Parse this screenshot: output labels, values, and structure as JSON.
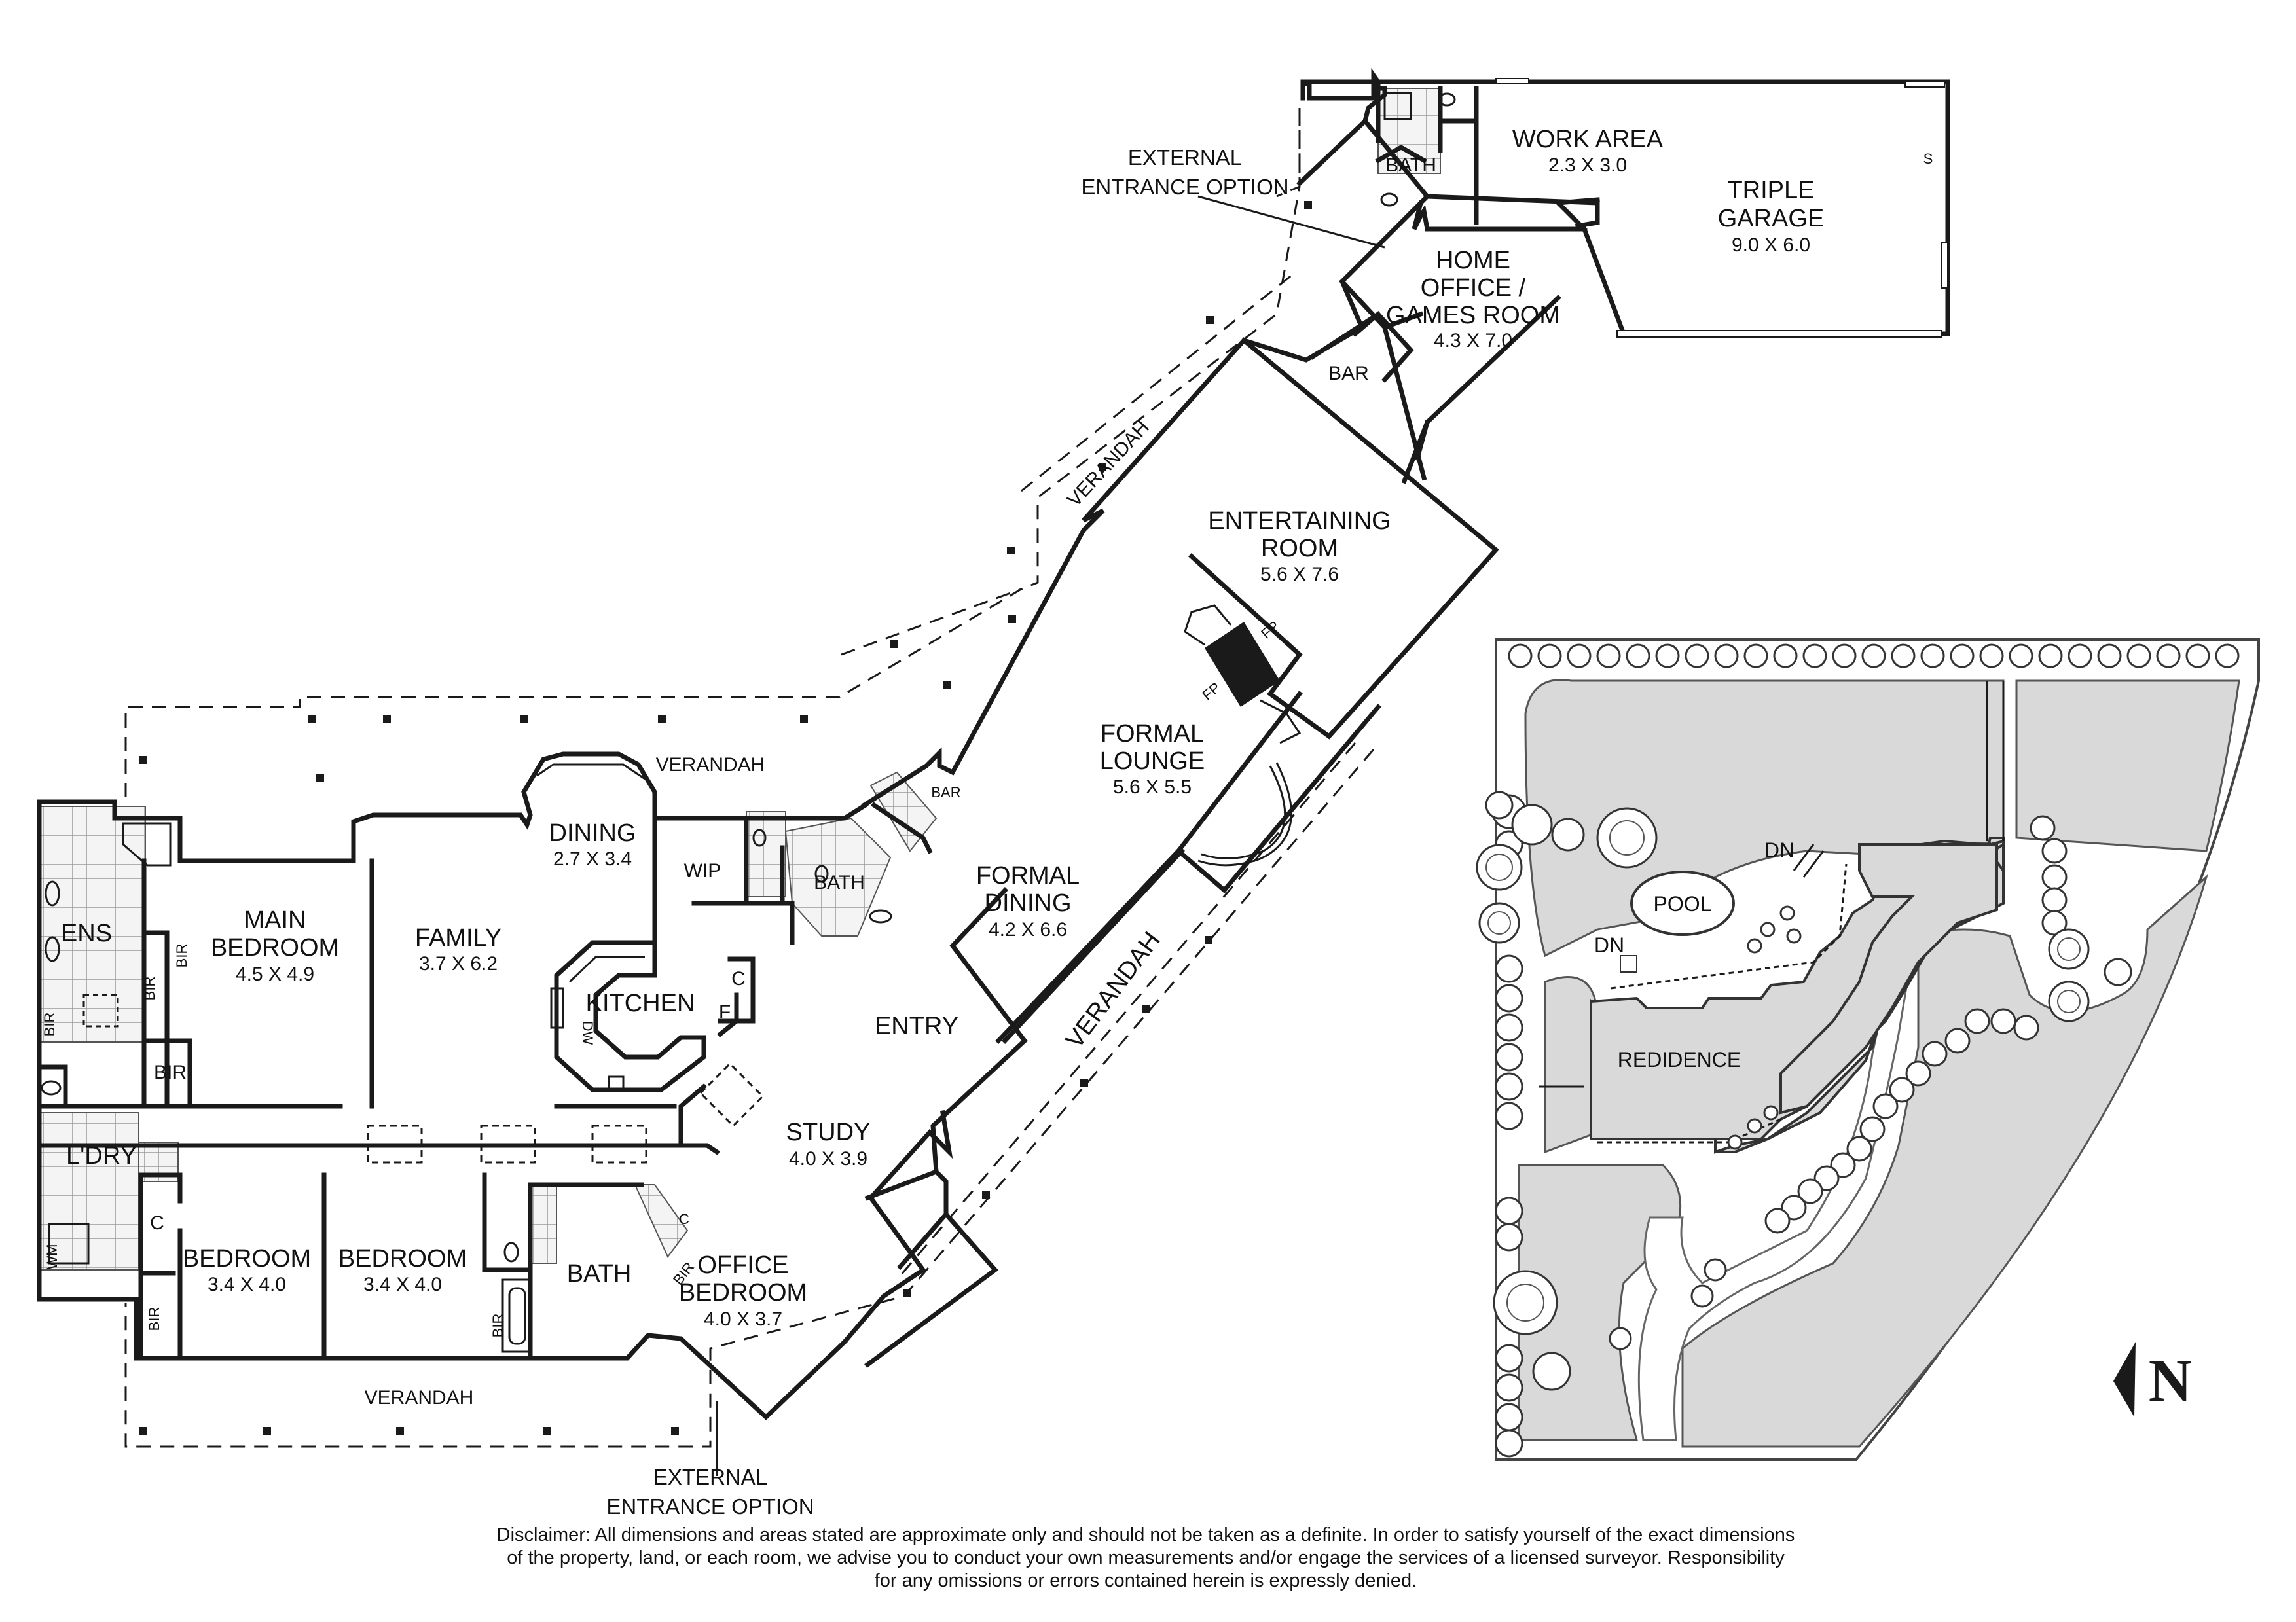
{
  "rooms": {
    "work_area": {
      "name": "WORK AREA",
      "dim": "2.3 X 3.0"
    },
    "triple_garage": {
      "name1": "TRIPLE",
      "name2": "GARAGE",
      "dim": "9.0 X 6.0"
    },
    "home_office": {
      "name1": "HOME",
      "name2": "OFFICE /",
      "name3": "GAMES ROOM",
      "dim": "4.3 X 7.0"
    },
    "entertaining": {
      "name1": "ENTERTAINING",
      "name2": "ROOM",
      "dim": "5.6 X 7.6"
    },
    "formal_lounge": {
      "name1": "FORMAL",
      "name2": "LOUNGE",
      "dim": "5.6 X 5.5"
    },
    "formal_dining": {
      "name1": "FORMAL",
      "name2": "DINING",
      "dim": "4.2 X 6.6"
    },
    "dining": {
      "name": "DINING",
      "dim": "2.7 X 3.4"
    },
    "family": {
      "name": "FAMILY",
      "dim": "3.7 X 6.2"
    },
    "main_bedroom": {
      "name1": "MAIN",
      "name2": "BEDROOM",
      "dim": "4.5 X 4.9"
    },
    "study": {
      "name": "STUDY",
      "dim": "4.0 X 3.9"
    },
    "office_bedroom": {
      "name1": "OFFICE",
      "name2": "BEDROOM",
      "dim": "4.0 X 3.7"
    },
    "bedroom_1": {
      "name": "BEDROOM",
      "dim": "3.4 X 4.0"
    },
    "bedroom_2": {
      "name": "BEDROOM",
      "dim": "3.4 X 4.0"
    }
  },
  "labels": {
    "bath": "BATH",
    "bar": "BAR",
    "s": "S",
    "fp": "FP",
    "verandah": "VERANDAH",
    "wip": "WIP",
    "kitchen": "KITCHEN",
    "dw": "DW",
    "c": "C",
    "f": "F",
    "entry": "ENTRY",
    "ens": "ENS",
    "bir": "BIR",
    "ldry": "L'DRY",
    "wm": "WM",
    "ext_entrance_1": "EXTERNAL",
    "ext_entrance_2": "ENTRANCE OPTION"
  },
  "site_plan": {
    "pool": "POOL",
    "residence": "REDIDENCE",
    "dn": "DN",
    "north": "N"
  },
  "disclaimer": {
    "line1": "Disclaimer: All dimensions and areas stated are approximate only and should not be taken as a definite. In order to satisfy yourself of the exact dimensions",
    "line2": "of the property, land, or each room, we advise you to conduct your own measurements and/or engage the services of a licensed surveyor. Responsibility",
    "line3": "for any omissions or errors contained herein is expressly denied."
  }
}
